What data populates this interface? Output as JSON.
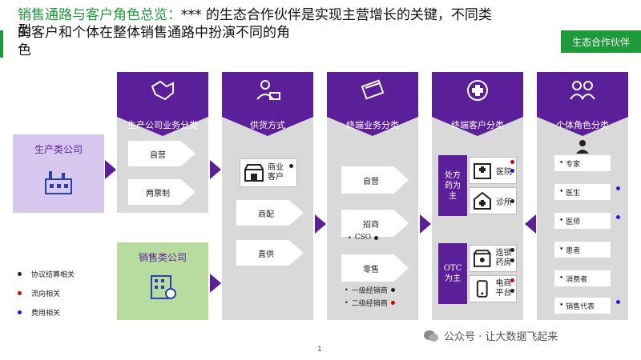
{
  "title": {
    "highlight": "销售通路与客户角色总览：",
    "rest_line1": "*** 的生态合作伙伴是实现主营增长的关键，不同类",
    "line2": "的客户和个体在整体销售通路中扮演不同的角",
    "line3": "色",
    "overlap": "型"
  },
  "badge": "生态合作伙伴",
  "columns": [
    {
      "label": "生产公司业务分类",
      "icon": "handshake-icon"
    },
    {
      "label": "供货方式",
      "icon": "person-laptop-icon"
    },
    {
      "label": "终端业务分类",
      "icon": "card-icon"
    },
    {
      "label": "终端客户分类",
      "icon": "medical-cross-icon"
    },
    {
      "label": "个体角色分类",
      "icon": "people-icon"
    }
  ],
  "companies": {
    "production": "生产类公司",
    "sales": "销售类公司"
  },
  "production_business": [
    "自营",
    "两票制"
  ],
  "supply": {
    "box": "商业客户",
    "arrows": [
      "商配",
      "直供"
    ]
  },
  "terminal": {
    "arrows": [
      "自营",
      "招商",
      "零售"
    ],
    "cso": "CSO",
    "distributors": [
      "一级经销商",
      "二级经销商"
    ]
  },
  "customers": {
    "rx_label": "处方药为主",
    "otc_label": "OTC为主",
    "items": [
      "医院",
      "诊所",
      "连锁药房",
      "电商平台"
    ]
  },
  "roles": [
    "专家",
    "医生",
    "医师",
    "患者",
    "消费者",
    "销售代表"
  ],
  "legend": [
    {
      "label": "协议结算相关",
      "color": "#222222"
    },
    {
      "label": "流向相关",
      "color": "#e00000"
    },
    {
      "label": "费用相关",
      "color": "#1a1aee"
    }
  ],
  "colors": {
    "purple": "#5b1f9a",
    "green": "#1e9a3a",
    "red": "#e00000",
    "blue": "#1a1aee"
  },
  "page_number": "1",
  "watermark": "公众号 · 让大数据飞起来"
}
